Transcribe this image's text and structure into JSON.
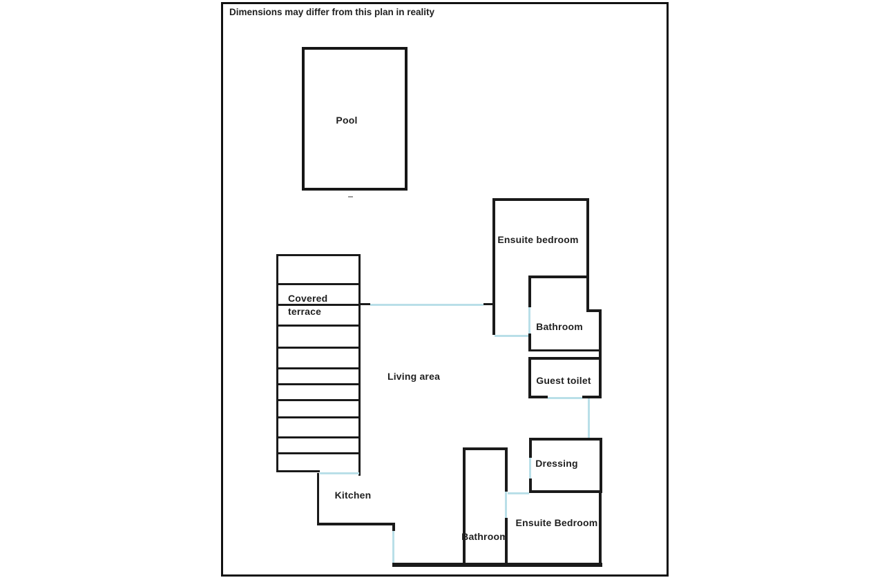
{
  "disclaimer": "Dimensions may differ from this plan in reality",
  "colors": {
    "wall": "#1a1a1a",
    "door_marker": "#b9dfe8",
    "background": "#ffffff",
    "text": "#1f1f1f"
  },
  "rooms": {
    "pool": {
      "label": "Pool"
    },
    "covered_terrace": {
      "label_line1": "Covered",
      "label_line2": "terrace"
    },
    "living_area": {
      "label": "Living area"
    },
    "ensuite_bedroom_top": {
      "label": "Ensuite bedroom"
    },
    "bathroom_top": {
      "label": "Bathroom"
    },
    "guest_toilet": {
      "label": "Guest toilet"
    },
    "dressing": {
      "label": "Dressing"
    },
    "kitchen": {
      "label": "Kitchen"
    },
    "bathroom_bottom": {
      "label": "Bathroom"
    },
    "ensuite_bedroom_bottom": {
      "label": "Ensuite Bedroom"
    }
  }
}
